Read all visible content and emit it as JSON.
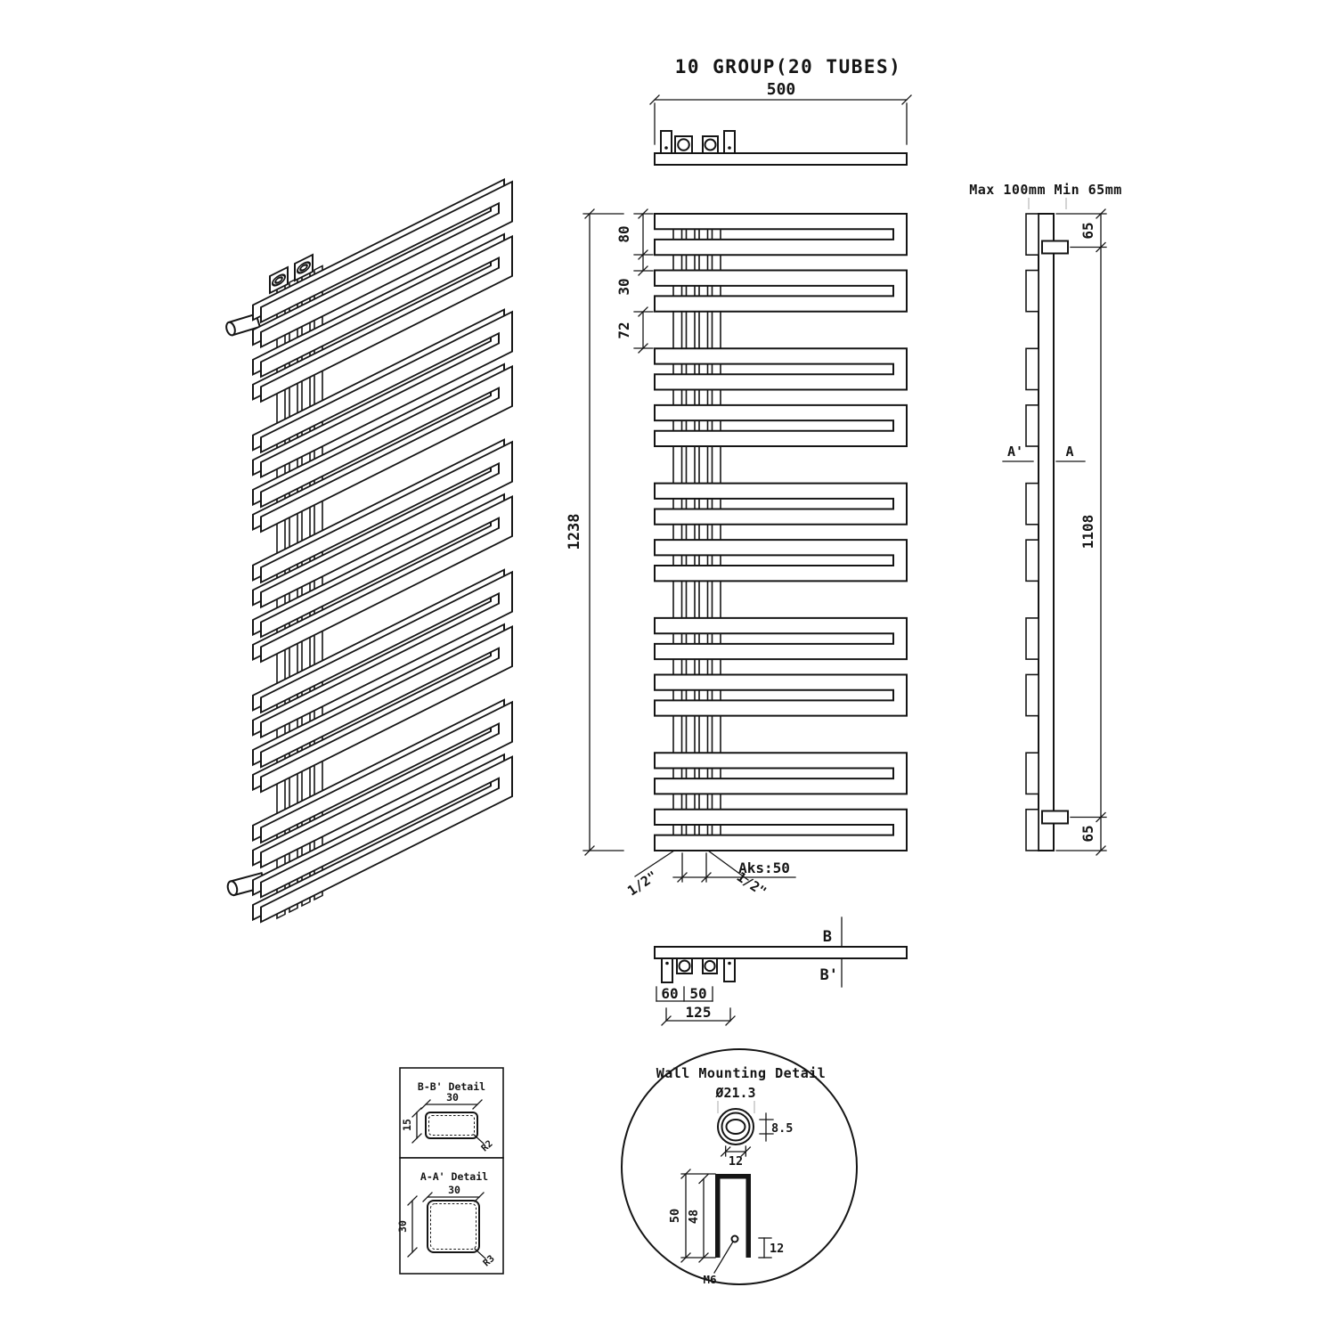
{
  "top": {
    "title": "10 GROUP(20 TUBES)",
    "width": "500"
  },
  "front": {
    "overall": "1238",
    "d80": "80",
    "d30": "30",
    "d72": "72",
    "half_left": "1/2\"",
    "half_right": "1/2\"",
    "aks": "Aks:50"
  },
  "side": {
    "maxmin": "Max 100mm Min 65mm",
    "d65_top": "65",
    "d1108": "1108",
    "d65_bottom": "65",
    "a_prime": "A'",
    "a": "A"
  },
  "bottom": {
    "b": "B",
    "b_prime": "B'",
    "d60": "60",
    "d50": "50",
    "d125": "125"
  },
  "details": {
    "bb_title": "B-B' Detail",
    "bb_w": "30",
    "bb_h": "15",
    "bb_r": "R2",
    "aa_title": "A-A' Detail",
    "aa_w": "30",
    "aa_h": "30",
    "aa_r": "R3"
  },
  "wall": {
    "title": "Wall Mounting Detail",
    "dia": "Ø21.3",
    "d85": "8.5",
    "d12_top": "12",
    "d50": "50",
    "d48": "48",
    "d12_bottom": "12",
    "m6": "M6"
  },
  "colors": {
    "line": "#151515",
    "background": "#ffffff",
    "faint": "#b8b8b8"
  }
}
